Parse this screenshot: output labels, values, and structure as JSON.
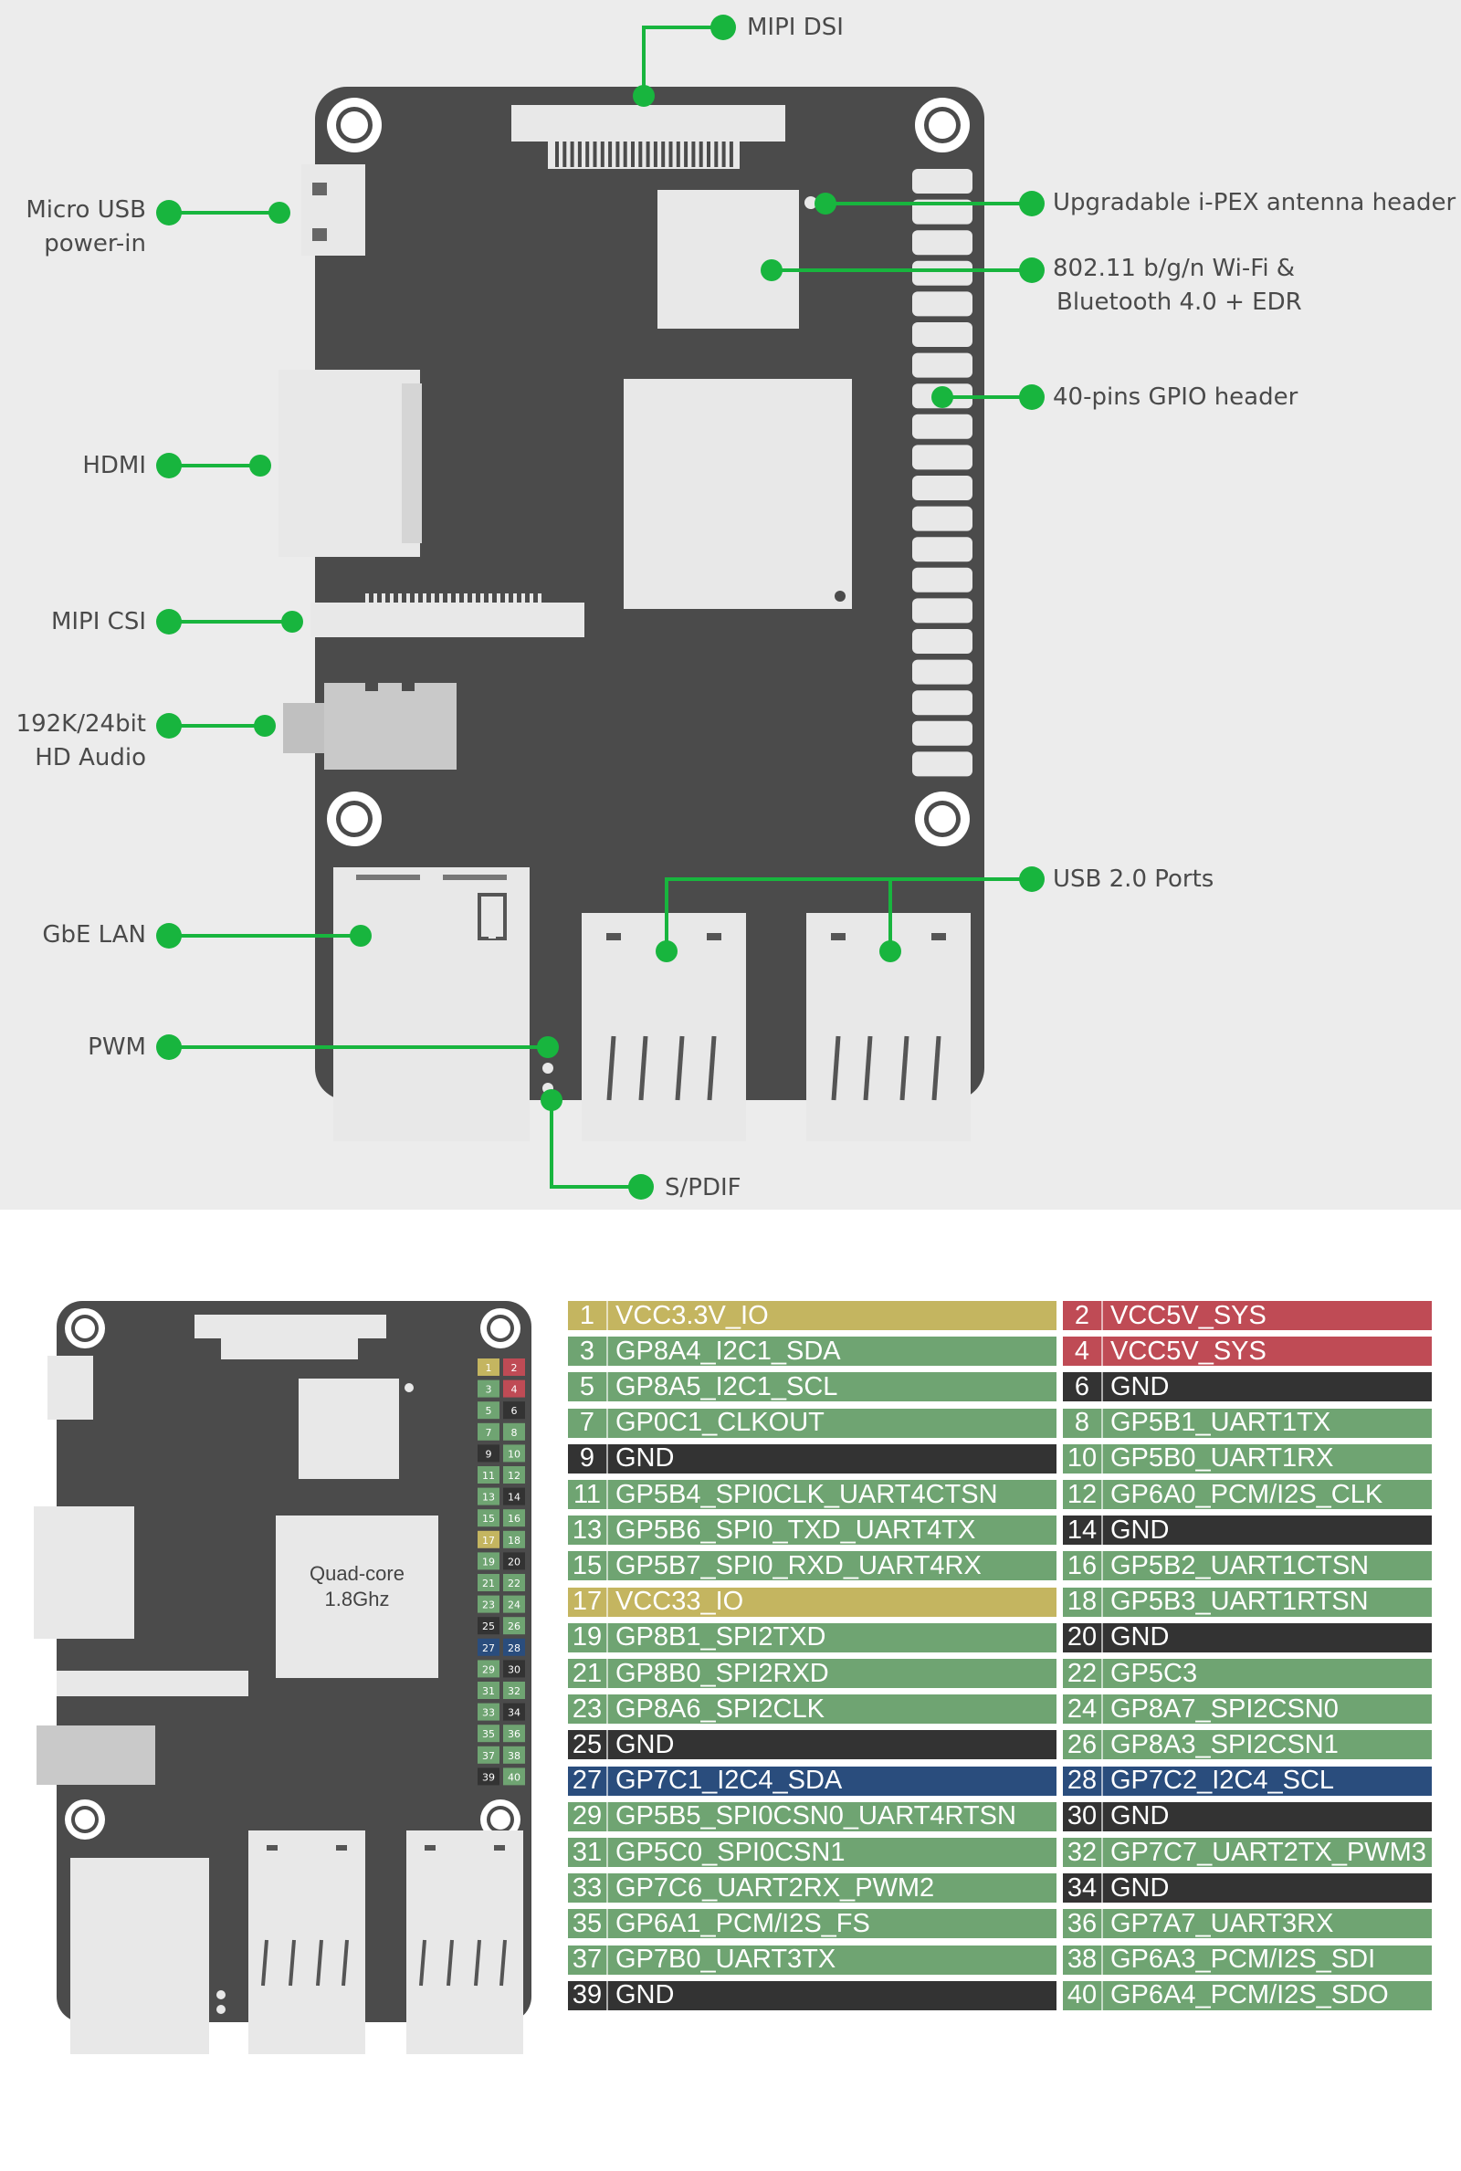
{
  "colors": {
    "callout_green": "#18b53e",
    "board": "#4b4b4b",
    "component": "#e8e8e8",
    "power_3v3": "#c4b560",
    "power_5v": "#bf4b55",
    "ground": "#333333",
    "gpio": "#6fa472",
    "i2c4": "#2a4d7d"
  },
  "diagram": {
    "callouts": {
      "mipi_dsi": "MIPI DSI",
      "micro_usb": [
        "Micro USB",
        "power-in"
      ],
      "hdmi": "HDMI",
      "mipi_csi": "MIPI CSI",
      "audio": [
        "192K/24bit",
        "HD Audio"
      ],
      "lan": "GbE LAN",
      "pwm": "PWM",
      "spdif": "S/PDIF",
      "antenna": "Upgradable i-PEX antenna header",
      "wifi": [
        "802.11 b/g/n Wi-Fi &",
        "Bluetooth 4.0 + EDR"
      ],
      "gpio": "40-pins GPIO header",
      "usb": "USB 2.0 Ports"
    }
  },
  "pinout": {
    "chip_label": [
      "Quad-core",
      "1.8Ghz"
    ],
    "pins": [
      {
        "num": "1",
        "name": "VCC3.3V_IO",
        "type": "power_3v3"
      },
      {
        "num": "2",
        "name": "VCC5V_SYS",
        "type": "power_5v"
      },
      {
        "num": "3",
        "name": "GP8A4_I2C1_SDA",
        "type": "gpio"
      },
      {
        "num": "4",
        "name": "VCC5V_SYS",
        "type": "power_5v"
      },
      {
        "num": "5",
        "name": "GP8A5_I2C1_SCL",
        "type": "gpio"
      },
      {
        "num": "6",
        "name": "GND",
        "type": "ground"
      },
      {
        "num": "7",
        "name": "GP0C1_CLKOUT",
        "type": "gpio"
      },
      {
        "num": "8",
        "name": "GP5B1_UART1TX",
        "type": "gpio"
      },
      {
        "num": "9",
        "name": "GND",
        "type": "ground"
      },
      {
        "num": "10",
        "name": "GP5B0_UART1RX",
        "type": "gpio"
      },
      {
        "num": "11",
        "name": "GP5B4_SPI0CLK_UART4CTSN",
        "type": "gpio"
      },
      {
        "num": "12",
        "name": "GP6A0_PCM/I2S_CLK",
        "type": "gpio"
      },
      {
        "num": "13",
        "name": "GP5B6_SPI0_TXD_UART4TX",
        "type": "gpio"
      },
      {
        "num": "14",
        "name": "GND",
        "type": "ground"
      },
      {
        "num": "15",
        "name": "GP5B7_SPI0_RXD_UART4RX",
        "type": "gpio"
      },
      {
        "num": "16",
        "name": "GP5B2_UART1CTSN",
        "type": "gpio"
      },
      {
        "num": "17",
        "name": "VCC33_IO",
        "type": "power_3v3"
      },
      {
        "num": "18",
        "name": "GP5B3_UART1RTSN",
        "type": "gpio"
      },
      {
        "num": "19",
        "name": "GP8B1_SPI2TXD",
        "type": "gpio"
      },
      {
        "num": "20",
        "name": "GND",
        "type": "ground"
      },
      {
        "num": "21",
        "name": "GP8B0_SPI2RXD",
        "type": "gpio"
      },
      {
        "num": "22",
        "name": "GP5C3",
        "type": "gpio"
      },
      {
        "num": "23",
        "name": "GP8A6_SPI2CLK",
        "type": "gpio"
      },
      {
        "num": "24",
        "name": "GP8A7_SPI2CSN0",
        "type": "gpio"
      },
      {
        "num": "25",
        "name": "GND",
        "type": "ground"
      },
      {
        "num": "26",
        "name": "GP8A3_SPI2CSN1",
        "type": "gpio"
      },
      {
        "num": "27",
        "name": "GP7C1_I2C4_SDA",
        "type": "i2c4"
      },
      {
        "num": "28",
        "name": "GP7C2_I2C4_SCL",
        "type": "i2c4"
      },
      {
        "num": "29",
        "name": "GP5B5_SPI0CSN0_UART4RTSN",
        "type": "gpio"
      },
      {
        "num": "30",
        "name": "GND",
        "type": "ground"
      },
      {
        "num": "31",
        "name": "GP5C0_SPI0CSN1",
        "type": "gpio"
      },
      {
        "num": "32",
        "name": "GP7C7_UART2TX_PWM3",
        "type": "gpio"
      },
      {
        "num": "33",
        "name": "GP7C6_UART2RX_PWM2",
        "type": "gpio"
      },
      {
        "num": "34",
        "name": "GND",
        "type": "ground"
      },
      {
        "num": "35",
        "name": "GP6A1_PCM/I2S_FS",
        "type": "gpio"
      },
      {
        "num": "36",
        "name": "GP7A7_UART3RX",
        "type": "gpio"
      },
      {
        "num": "37",
        "name": "GP7B0_UART3TX",
        "type": "gpio"
      },
      {
        "num": "38",
        "name": "GP6A3_PCM/I2S_SDI",
        "type": "gpio"
      },
      {
        "num": "39",
        "name": "GND",
        "type": "ground"
      },
      {
        "num": "40",
        "name": "GP6A4_PCM/I2S_SDO",
        "type": "gpio"
      }
    ]
  }
}
